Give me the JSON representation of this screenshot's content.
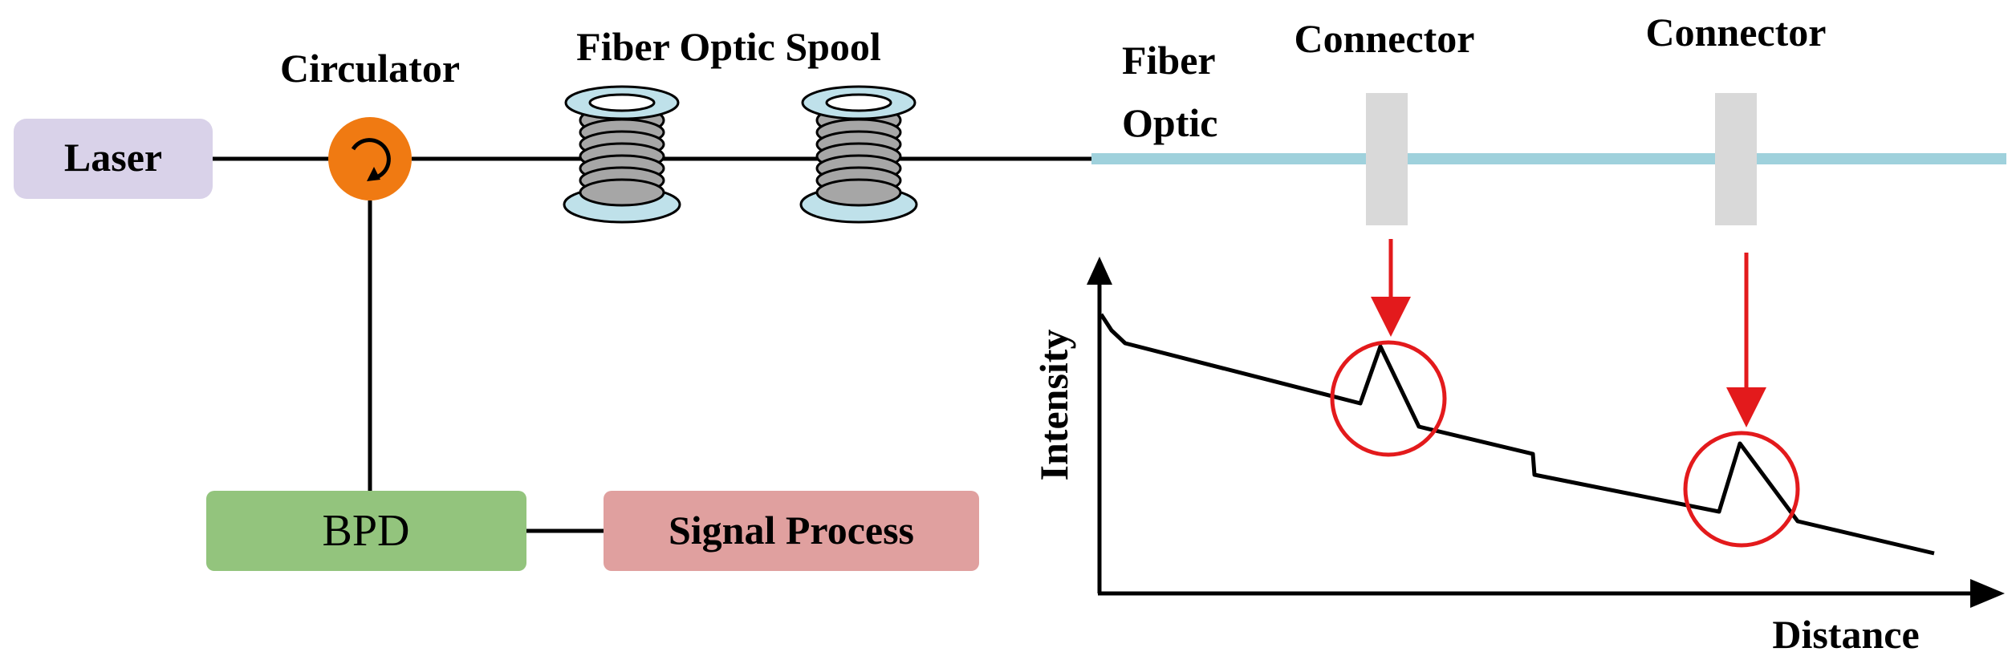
{
  "labels": {
    "laser": "Laser",
    "circulator": "Circulator",
    "spool": "Fiber Optic Spool",
    "fiber_line1": "Fiber",
    "fiber_line2": "Optic",
    "connector1": "Connector",
    "connector2": "Connector",
    "bpd": "BPD",
    "signal_process": "Signal Process",
    "y_axis": "Intensity",
    "x_axis": "Distance"
  },
  "colors": {
    "laser_box": "#d9d2e9",
    "circulator": "#f07a12",
    "bpd_box": "#93c47d",
    "signal_box": "#e0a09f",
    "fiber": "#9fd1dc",
    "spool_rings": "#a6a6a6",
    "spool_flange": "#bfe1ea",
    "connector": "#d9d9d9",
    "highlight": "#e31a1c",
    "line": "#000000"
  }
}
